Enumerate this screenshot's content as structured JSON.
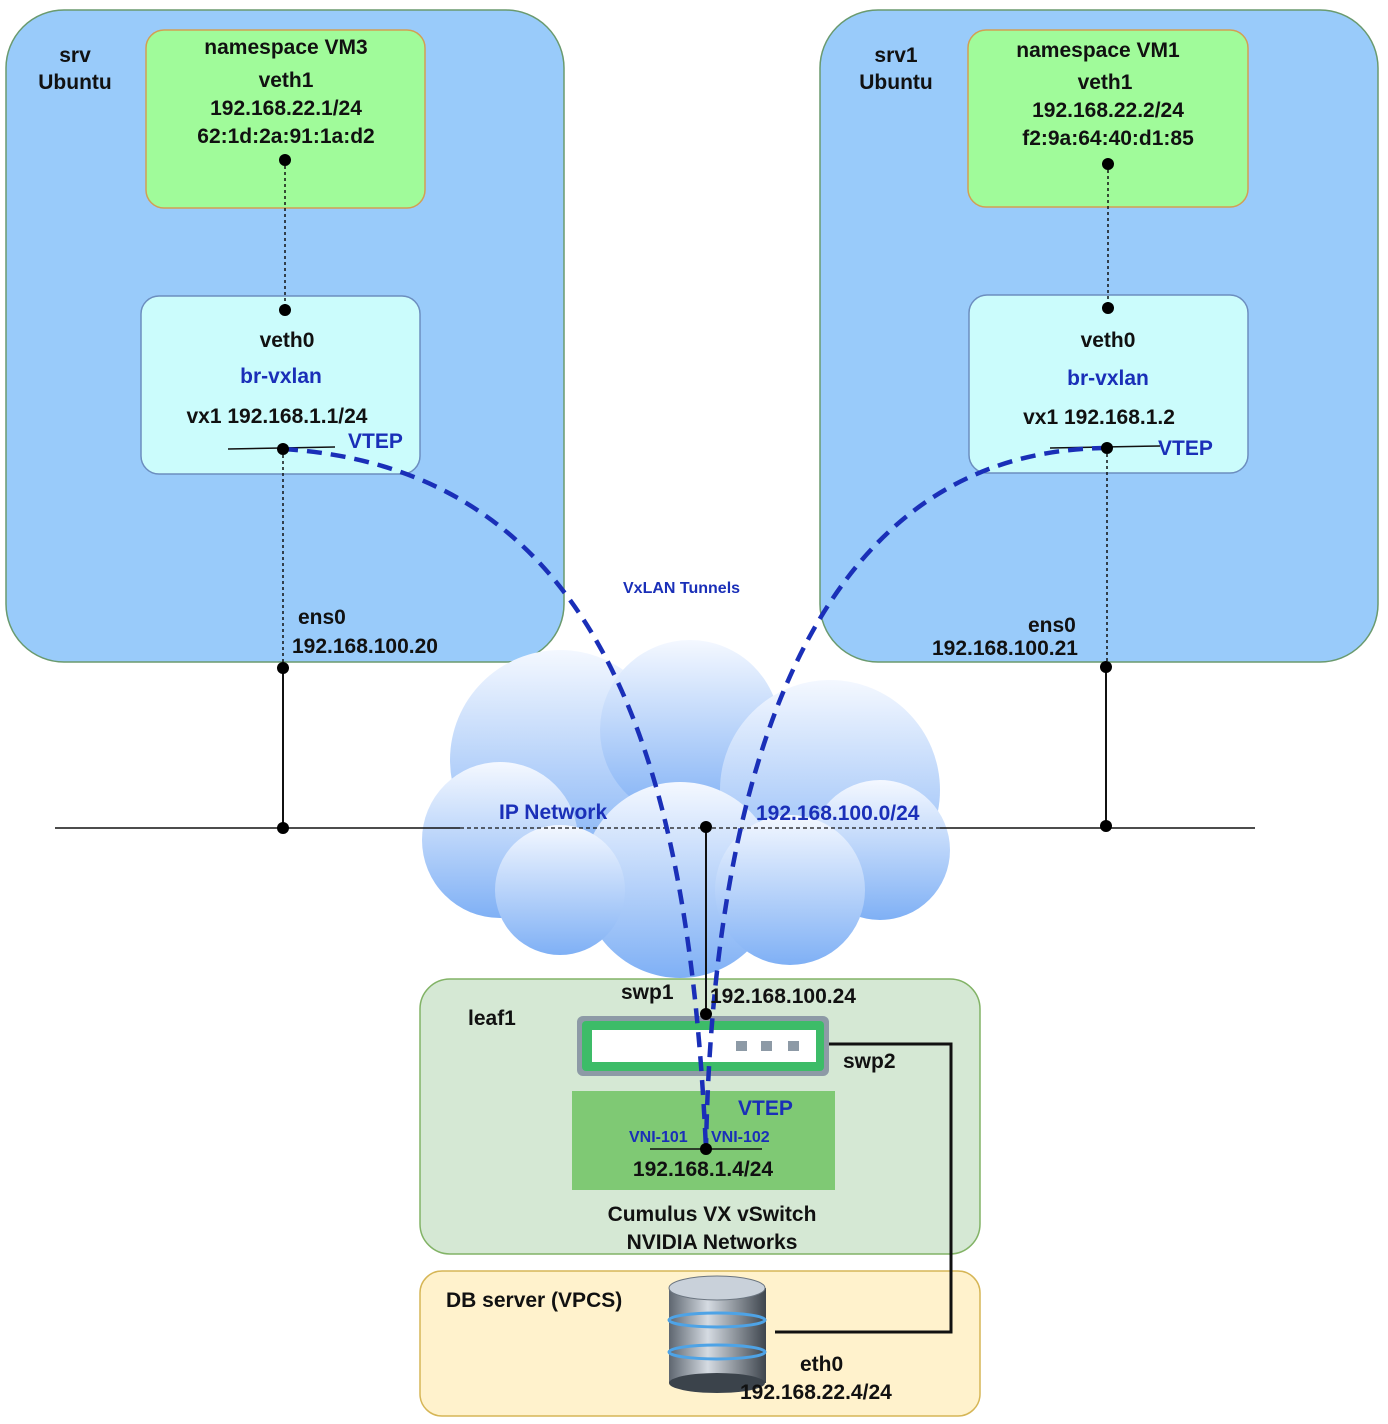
{
  "colors": {
    "server_fill": "#99cbfa",
    "server_stroke": "#6a9a6e",
    "namespace_fill": "#a0fb9a",
    "namespace_stroke": "#d39f52",
    "bridge_fill": "#cbfcfc",
    "bridge_stroke": "#6c8ebf",
    "leaf_fill": "#d5e8d4",
    "leaf_stroke": "#82b366",
    "vtep_block_fill": "#7fc974",
    "db_fill": "#fff2cc",
    "db_stroke": "#d6b656",
    "tunnel": "#1a2fb8",
    "blue_text": "#1a2fb8"
  },
  "servers": [
    {
      "name": "srv",
      "os": "Ubuntu",
      "namespace": {
        "title": "namespace VM3",
        "iface": "veth1",
        "ip": "192.168.22.1/24",
        "mac": "62:1d:2a:91:1a:d2"
      },
      "bridge": {
        "veth": "veth0",
        "name": "br-vxlan",
        "vx": "vx1 192.168.1.1/24",
        "vtep": "VTEP"
      },
      "uplink": {
        "name": "ens0",
        "ip": "192.168.100.20"
      }
    },
    {
      "name": "srv1",
      "os": "Ubuntu",
      "namespace": {
        "title": "namespace VM1",
        "iface": "veth1",
        "ip": "192.168.22.2/24",
        "mac": "f2:9a:64:40:d1:85"
      },
      "bridge": {
        "veth": "veth0",
        "name": "br-vxlan",
        "vx": "vx1 192.168.1.2",
        "vtep": "VTEP"
      },
      "uplink": {
        "name": "ens0",
        "ip": "192.168.100.21"
      }
    }
  ],
  "tunnels_label": "VxLAN Tunnels",
  "network": {
    "label": "IP Network",
    "subnet": "192.168.100.0/24"
  },
  "leaf": {
    "name": "leaf1",
    "swp1": "swp1",
    "swp1_ip": "192.168.100.24",
    "swp2": "swp2",
    "vtep": "VTEP",
    "vni_a": "VNI-101",
    "vni_b": "VNI-102",
    "vtep_ip": "192.168.1.4/24",
    "product": "Cumulus VX vSwitch",
    "vendor": "NVIDIA Networks"
  },
  "db": {
    "name": "DB server (VPCS)",
    "iface": "eth0",
    "ip": "192.168.22.4/24"
  }
}
